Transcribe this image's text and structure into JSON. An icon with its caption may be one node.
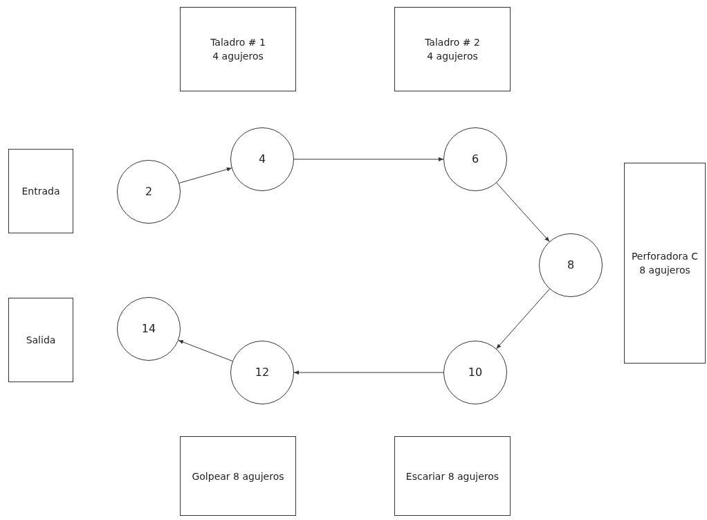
{
  "diagram": {
    "nodes": [
      {
        "text": [
          "Taladro # 1",
          "4 agujeros"
        ]
      },
      {
        "text": [
          "Taladro # 2",
          "4 agujeros"
        ]
      },
      {
        "text": [
          "Entrada"
        ]
      },
      {
        "text": [
          "2"
        ]
      },
      {
        "text": [
          "4"
        ]
      },
      {
        "text": [
          "6"
        ]
      },
      {
        "text": [
          "Perforadora C",
          "8 agujeros"
        ]
      },
      {
        "text": [
          "8"
        ]
      },
      {
        "text": [
          "Salida"
        ]
      },
      {
        "text": [
          "14"
        ]
      },
      {
        "text": [
          "12"
        ]
      },
      {
        "text": [
          "10"
        ]
      },
      {
        "text": [
          "Golpear 8 agujeros"
        ]
      },
      {
        "text": [
          "Escariar 8 agujeros"
        ]
      }
    ],
    "edges": [
      {
        "from": 3,
        "to": 4,
        "arrow": "to"
      },
      {
        "from": 4,
        "to": 5,
        "arrow": "to"
      },
      {
        "from": 5,
        "to": 7,
        "arrow": "to"
      },
      {
        "from": 7,
        "to": 11,
        "arrow": "to"
      },
      {
        "from": 11,
        "to": 10,
        "arrow": "to"
      },
      {
        "from": 10,
        "to": 9,
        "arrow": "to"
      }
    ]
  }
}
